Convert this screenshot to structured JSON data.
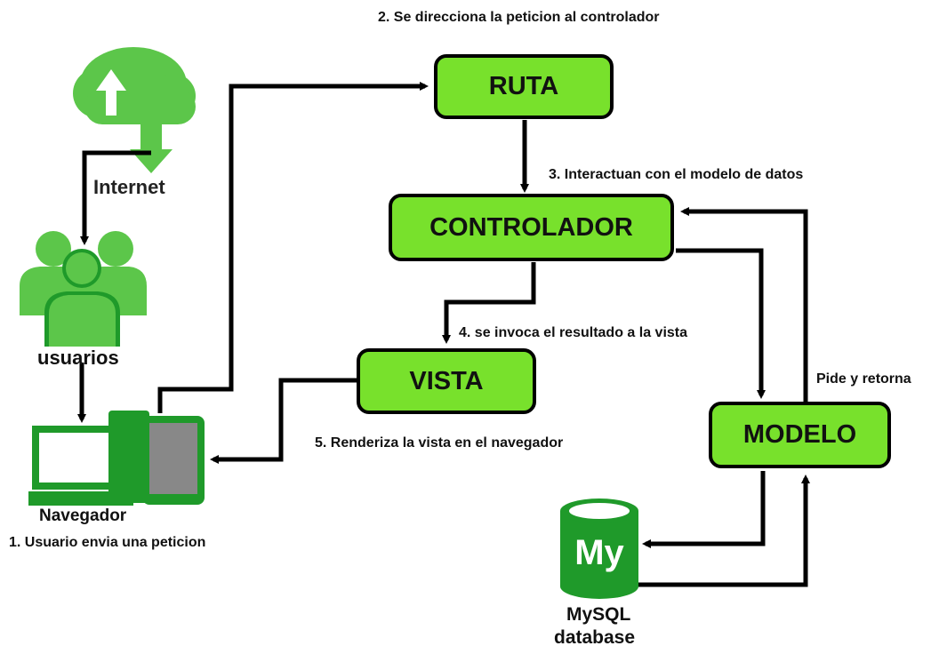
{
  "colors": {
    "box_fill": "#78e12c",
    "icon_green": "#5cc64a",
    "icon_dark_green": "#1f9a2a",
    "arrow": "#000000"
  },
  "boxes": {
    "ruta": "RUTA",
    "controlador": "CONTROLADOR",
    "vista": "VISTA",
    "modelo": "MODELO"
  },
  "steps": {
    "step1": "1. Usuario envia una peticion",
    "step2": "2. Se direcciona la peticion al controlador",
    "step3": "3. Interactuan con el modelo de datos",
    "step4": "4. se invoca el resultado a la vista",
    "step5": "5. Renderiza la vista en el navegador",
    "pide": "Pide y retorna"
  },
  "icons": {
    "internet": "Internet",
    "usuarios": "usuarios",
    "navegador": "Navegador",
    "mysql_logo": "My",
    "mysql_line1": "MySQL",
    "mysql_line2": "database"
  }
}
